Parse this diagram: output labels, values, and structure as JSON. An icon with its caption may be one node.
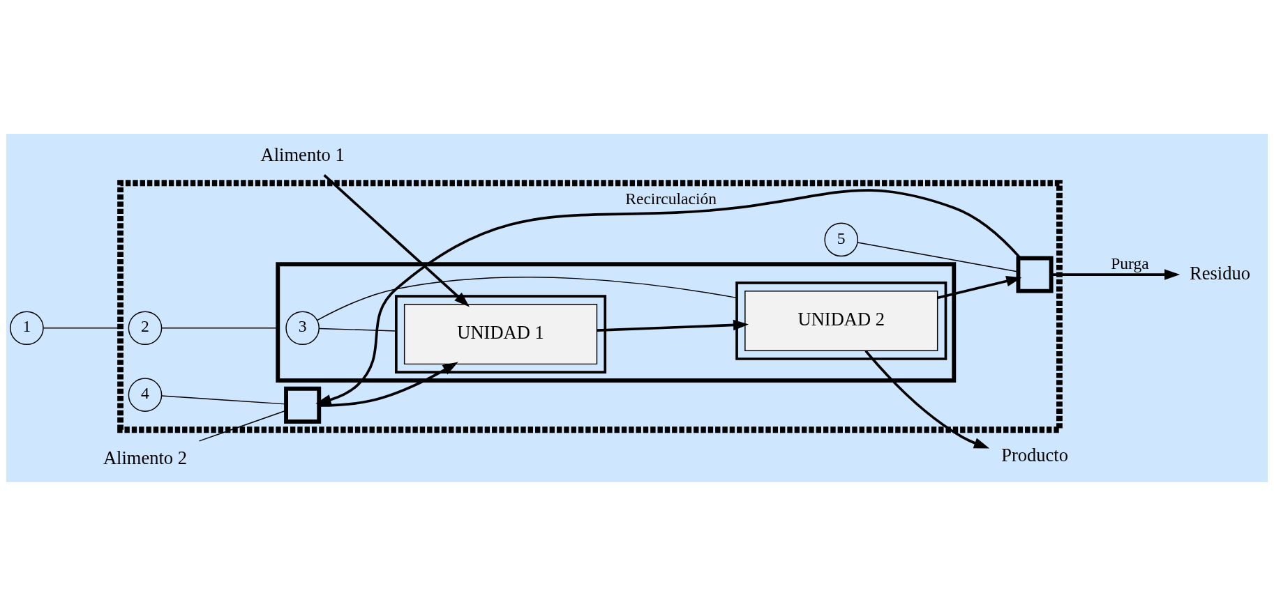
{
  "diagram": {
    "nodes": [
      {
        "text": [
          "Alimento 1"
        ]
      },
      {
        "text": [
          "Alimento 2"
        ]
      },
      {
        "text": [
          "1"
        ]
      },
      {
        "text": [],
        "shape": "box"
      },
      {
        "text": [
          "2"
        ],
        "in": 3
      },
      {
        "text": [],
        "shape": "box",
        "in": 3
      },
      {
        "text": [
          "3"
        ],
        "in": 5
      },
      {
        "text": [],
        "shape": "box",
        "in": 5
      },
      {
        "text": [
          "UNIDAD 1"
        ],
        "in": 7
      },
      {
        "text": [],
        "shape": "box",
        "in": 5
      },
      {
        "text": [
          "UNIDAD 2"
        ],
        "in": 9
      },
      {
        "text": [
          "4"
        ],
        "in": 3
      },
      {
        "text": [],
        "shape": "box",
        "in": 3
      },
      {
        "text": [],
        "shape": "box",
        "in": 3
      },
      {
        "text": [
          "5"
        ],
        "in": 3
      },
      {
        "text": [
          "Producto"
        ]
      },
      {
        "text": [
          "Residuo"
        ]
      }
    ],
    "edges": [
      {
        "from": 0,
        "to": 8,
        "arrow": "to"
      },
      {
        "from": 1,
        "to": 12,
        "arrow": "none"
      },
      {
        "from": 12,
        "to": 8,
        "arrow": "to"
      },
      {
        "from": 8,
        "to": 10,
        "arrow": "to"
      },
      {
        "from": 10,
        "to": 15,
        "arrow": "to"
      },
      {
        "from": 10,
        "to": 13,
        "arrow": "to"
      },
      {
        "from": 13,
        "to": 12,
        "arrow": "to",
        "label": "Recirculación"
      },
      {
        "from": 13,
        "to": 16,
        "arrow": "to",
        "label": "Purga"
      },
      {
        "from": 2,
        "to": 3,
        "arrow": "none"
      },
      {
        "from": 4,
        "to": 5,
        "arrow": "none"
      },
      {
        "from": 6,
        "to": 7,
        "arrow": "none"
      },
      {
        "from": 6,
        "to": 9,
        "arrow": "none"
      },
      {
        "from": 11,
        "to": 12,
        "arrow": "none"
      },
      {
        "from": 14,
        "to": 13,
        "arrow": "none"
      }
    ]
  }
}
